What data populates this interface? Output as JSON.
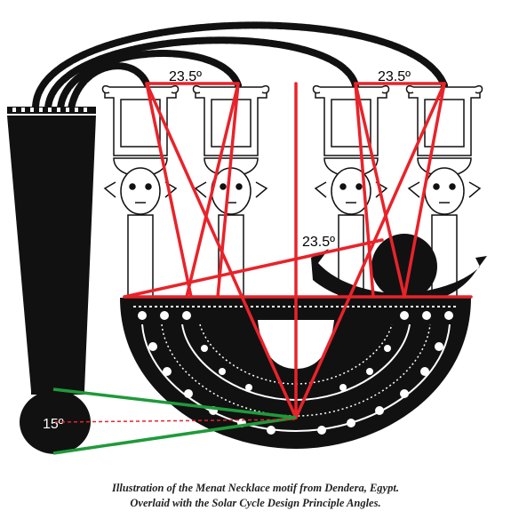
{
  "diagram": {
    "angle_labels": {
      "top_left": "23.5º",
      "top_right": "23.5º",
      "middle": "23.5º",
      "counterpoise": "15º"
    },
    "colors": {
      "ink": "#111111",
      "design_lines": "#e8232a",
      "counterpoise_lines": "#1f9a3a",
      "center_marker": "#e8232a",
      "background": "#ffffff"
    }
  },
  "caption": {
    "line1": "Illustration of the Menat Necklace motif from Dendera, Egypt.",
    "line2": "Overlaid with the Solar Cycle Design Principle Angles."
  }
}
